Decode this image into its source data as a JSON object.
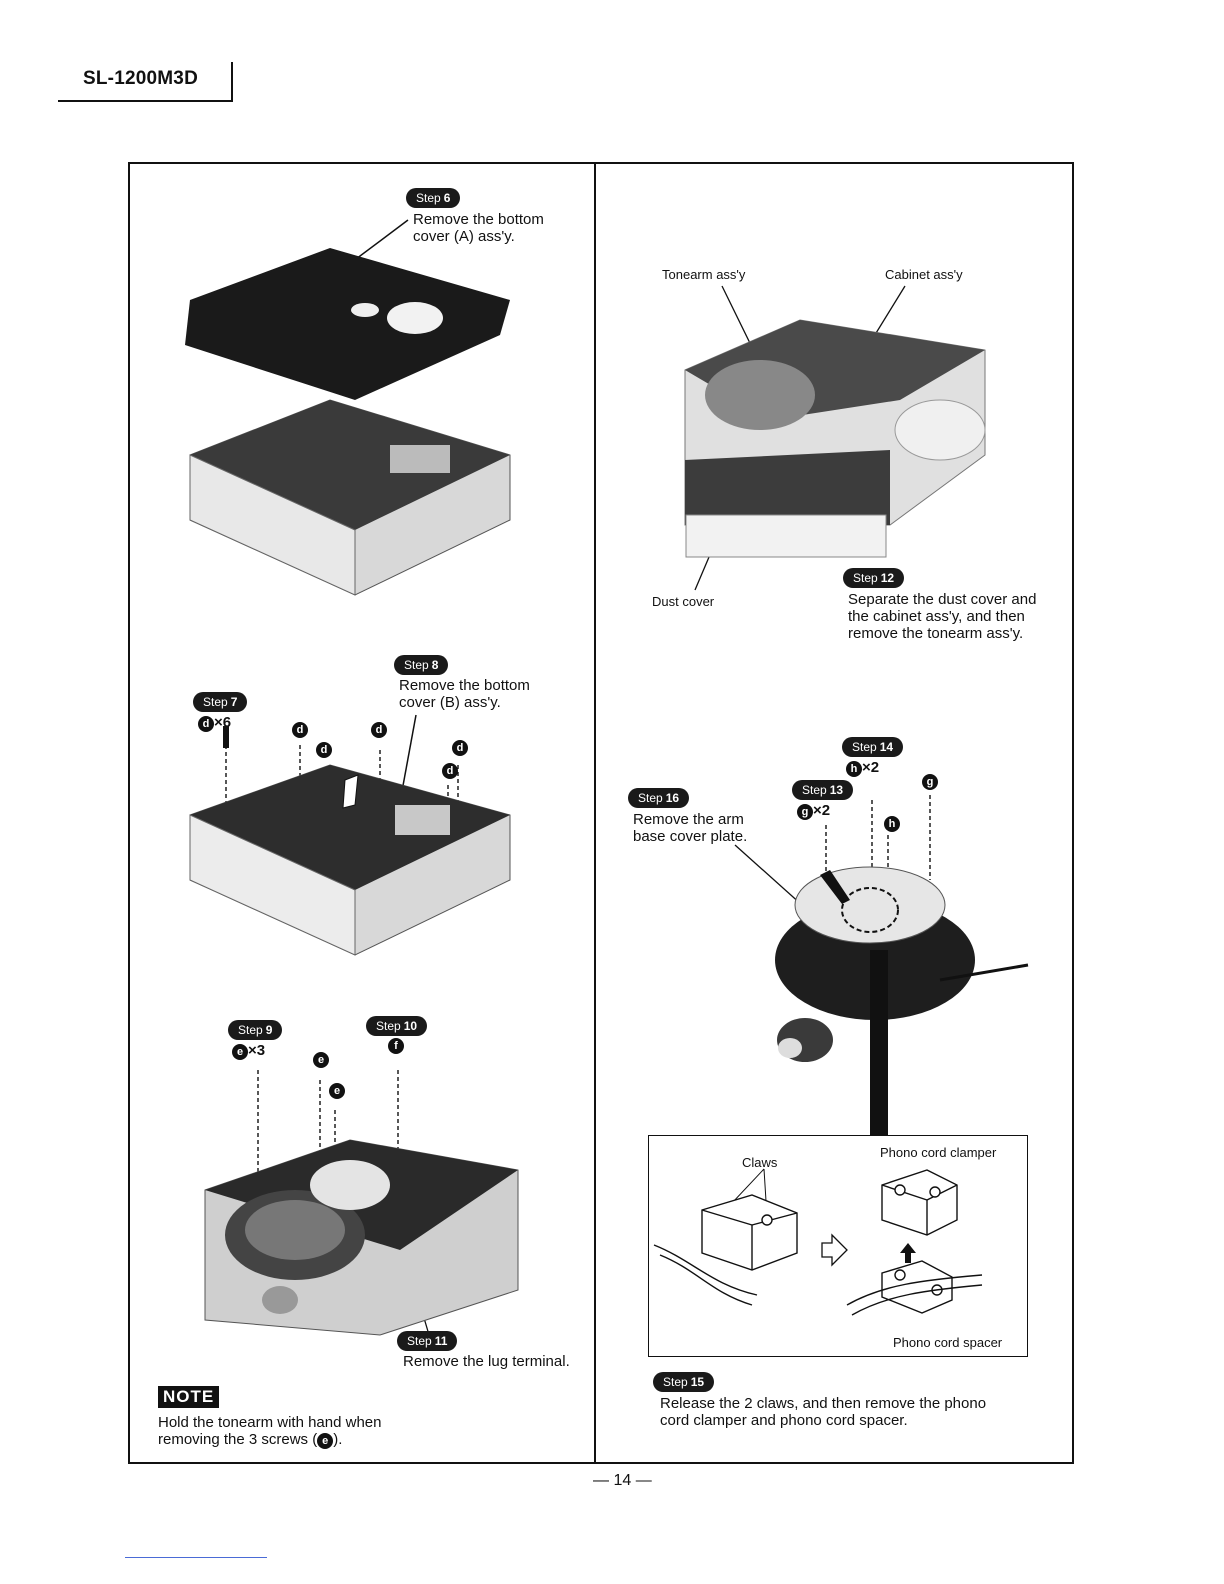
{
  "header": {
    "model": "SL-1200M3D"
  },
  "left": {
    "step6": {
      "badge": "Step",
      "num": "6",
      "text": "Remove the bottom\ncover (A) ass'y."
    },
    "step7": {
      "badge": "Step",
      "num": "7",
      "letter": "d",
      "count": "×6"
    },
    "step8": {
      "badge": "Step",
      "num": "8",
      "text": "Remove the bottom\ncover (B) ass'y."
    },
    "step9": {
      "badge": "Step",
      "num": "9",
      "letter": "e",
      "count": "×3"
    },
    "step10": {
      "badge": "Step",
      "num": "10",
      "letter": "f"
    },
    "step11": {
      "badge": "Step",
      "num": "11",
      "text": "Remove the lug terminal."
    },
    "screw_letters": {
      "d": "d",
      "e": "e",
      "f": "f"
    },
    "note": {
      "label": "NOTE",
      "text": "Hold the tonearm with hand when\nremoving the 3 screws (",
      "letter": "e",
      "tail": ")."
    }
  },
  "right": {
    "labels": {
      "tonearm": "Tonearm ass'y",
      "cabinet": "Cabinet ass'y",
      "dust_cover": "Dust cover"
    },
    "step12": {
      "badge": "Step",
      "num": "12",
      "text": "Separate the dust cover and\nthe cabinet ass'y, and then\nremove the tonearm ass'y."
    },
    "step13": {
      "badge": "Step",
      "num": "13",
      "letter": "g",
      "count": "×2"
    },
    "step14": {
      "badge": "Step",
      "num": "14",
      "letter": "h",
      "count": "×2"
    },
    "step16": {
      "badge": "Step",
      "num": "16",
      "text": "Remove the arm\nbase cover plate."
    },
    "screw_letters": {
      "g": "g",
      "h": "h"
    },
    "inset": {
      "claws": "Claws",
      "clamper": "Phono cord clamper",
      "spacer": "Phono cord spacer"
    },
    "step15": {
      "badge": "Step",
      "num": "15",
      "text": "Release the 2 claws, and then remove the phono\ncord clamper and phono cord spacer."
    }
  },
  "footer": {
    "page": "— 14 —"
  }
}
